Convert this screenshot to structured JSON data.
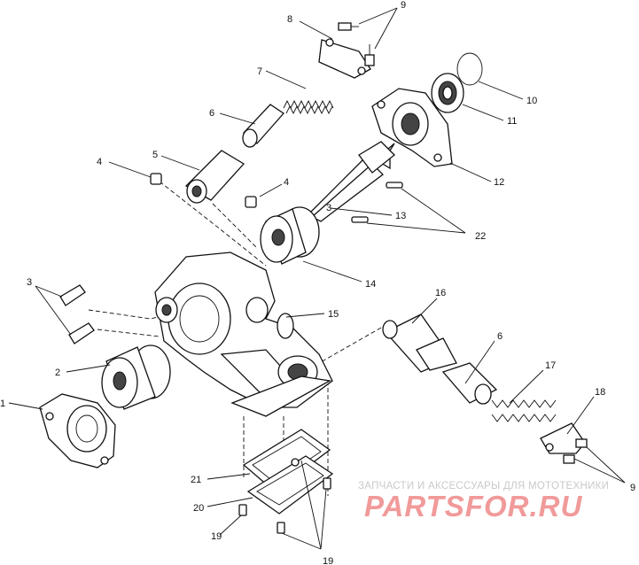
{
  "labels": {
    "l1": "1",
    "l2": "2",
    "l3": "3",
    "l4a": "4",
    "l4b": "4",
    "l5": "5",
    "l6a": "6",
    "l6b": "6",
    "l7": "7",
    "l8": "8",
    "l9a": "9",
    "l9b": "9",
    "l10": "10",
    "l11": "11",
    "l12": "12",
    "l13": "13",
    "l14": "14",
    "l15": "15",
    "l16": "16",
    "l17": "17",
    "l18": "18",
    "l19a": "19",
    "l19b": "19",
    "l20": "20",
    "l21": "21",
    "l22": "22",
    "l3b": "3"
  },
  "watermark": {
    "tagline": "ЗАПЧАСТИ И АКСЕССУАРЫ ДЛЯ МОТОТЕХНИКИ",
    "logo": "PARTSFOR.RU"
  }
}
